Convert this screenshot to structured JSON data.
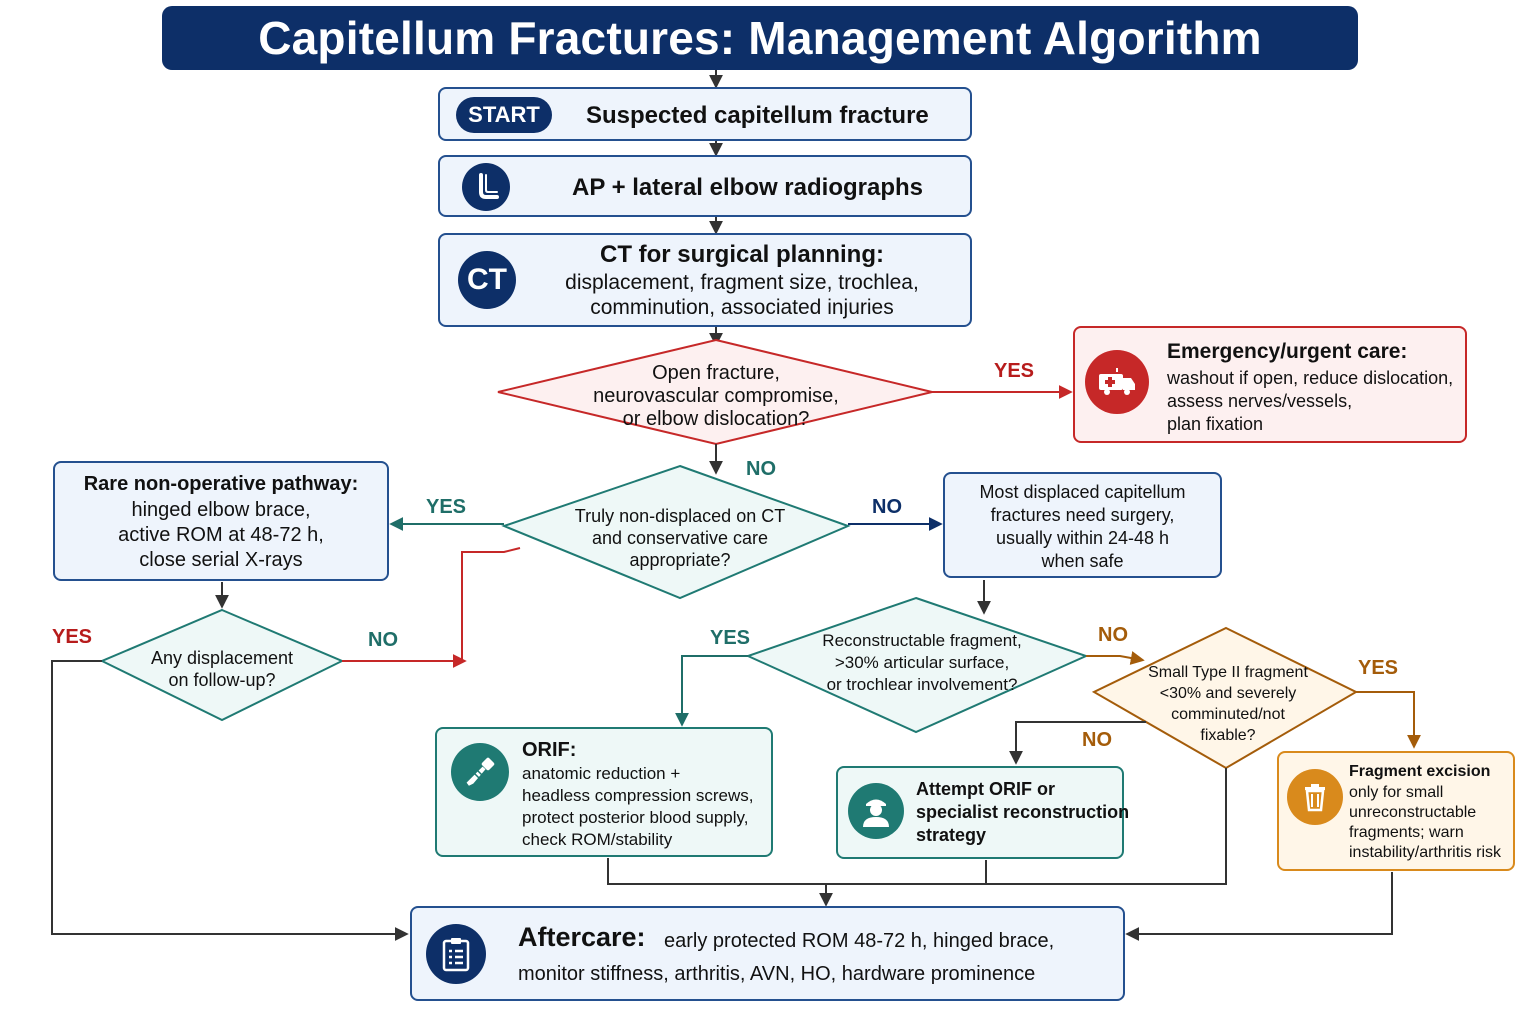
{
  "title": "Capitellum Fractures: Management Algorithm",
  "colors": {
    "navy": "#0d2f68",
    "red": "#c62828",
    "teal": "#1f7a73",
    "orange": "#d98a1c"
  },
  "start": {
    "badge": "START",
    "text": "Suspected capitellum fracture"
  },
  "radiographs": {
    "icon": "elbow-xray-icon",
    "text": "AP + lateral elbow radiographs"
  },
  "ct": {
    "badge": "CT",
    "title": "CT for surgical planning:",
    "line1": "displacement, fragment size, trochlea,",
    "line2": "comminution, associated injuries"
  },
  "decision_open": {
    "line1": "Open fracture,",
    "line2": "neurovascular compromise,",
    "line3": "or elbow dislocation?"
  },
  "emergency": {
    "icon": "ambulance-icon",
    "title": "Emergency/urgent care:",
    "line1": "washout if open, reduce dislocation,",
    "line2": "assess nerves/vessels,",
    "line3": "plan fixation"
  },
  "decision_nondisplaced": {
    "line1": "Truly non-displaced on CT",
    "line2": "and conservative care",
    "line3": "appropriate?"
  },
  "nonoperative": {
    "title": "Rare non-operative pathway:",
    "line1": "hinged elbow brace,",
    "line2": "active ROM at 48-72 h,",
    "line3": "close serial X-rays"
  },
  "displaced": {
    "line1": "Most displaced capitellum",
    "line2": "fractures need surgery,",
    "line3": "usually within 24-48 h",
    "line4": "when safe"
  },
  "decision_followup": {
    "line1": "Any displacement",
    "line2": "on follow-up?"
  },
  "decision_reconstructable": {
    "line1": "Reconstructable fragment,",
    "line2": ">30% articular surface,",
    "line3": "or trochlear involvement?"
  },
  "decision_small": {
    "line1": "Small Type II fragment",
    "line2": "<30% and severely",
    "line3": "comminuted/not",
    "line4": "fixable?"
  },
  "orif": {
    "icon": "screw-icon",
    "title": "ORIF:",
    "line1": "anatomic reduction +",
    "line2": "headless compression screws,",
    "line3": "protect posterior blood supply,",
    "line4": "check ROM/stability"
  },
  "attempt": {
    "icon": "surgeon-icon",
    "line1": "Attempt ORIF or",
    "line2": "specialist reconstruction",
    "line3": "strategy"
  },
  "excision": {
    "icon": "trash-icon",
    "title": "Fragment excision",
    "line1": "only for small",
    "line2": "unreconstructable",
    "line3": "fragments; warn",
    "line4": "instability/arthritis risk"
  },
  "aftercare": {
    "icon": "clipboard-icon",
    "title": "Aftercare:",
    "line1": "early protected ROM 48-72 h, hinged brace,",
    "line2": "monitor stiffness, arthritis, AVN, HO, hardware prominence"
  },
  "labels": {
    "yes": "YES",
    "no": "NO"
  }
}
